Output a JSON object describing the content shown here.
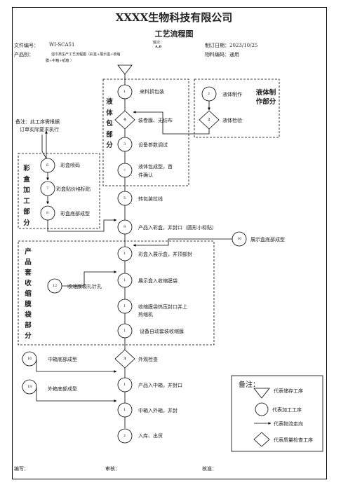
{
  "header": {
    "company": "XXXX生物科技有限公司",
    "title": "工艺流程图",
    "doc_no_label": "文件编号：",
    "doc_no_value": "WI-SCA51",
    "version_label": "版次：",
    "version_value": "A.0",
    "date_label": "制订日期：2023/10/25",
    "product_label": "产品别：",
    "product_value_line1": "湿巾类生产工艺流程图（彩盒+展示盒+收缩",
    "product_value_line2": "膜+中箱+纸箱 ）",
    "material_label": "物料编码：通用"
  },
  "note": {
    "line1": "备注：此工序需根据",
    "line2": "订单实际要求执行"
  },
  "sections": {
    "liquid_pack": "液体包部分",
    "liquid_make": "液体制作部分",
    "colorbox": "彩盒加工部分",
    "shrink": "产品套收缩膜袋部分"
  },
  "nodes": [
    {
      "num": "1",
      "label": "来料拆包装"
    },
    {
      "num": "4",
      "label": "装卷膜、无纺布"
    },
    {
      "num": "3",
      "label": "设备参数调试"
    },
    {
      "num": "4",
      "label": "液体包成型，首",
      "label2": "件确认"
    },
    {
      "num": "5",
      "label": "转包装拉线"
    },
    {
      "num": "9",
      "label": "产品入彩盒，并封口（圆形小标贴）"
    },
    {
      "num": "1",
      "label": "彩盒入展示盒，并顶部封"
    },
    {
      "num": "1",
      "label": "展示盒入收缩膜袋"
    },
    {
      "num": "1",
      "label": "收缩膜袋热压封口并上",
      "label2": "热缩机"
    },
    {
      "num": "1",
      "label": "设备自动套装收缩膜"
    },
    {
      "num": "3",
      "label": "外观检查"
    },
    {
      "num": "1",
      "label": "产品入中箱，并封口"
    },
    {
      "num": "1",
      "label": "中箱入外箱，并封"
    },
    {
      "num": "2",
      "label": "入库、出货"
    }
  ],
  "liquid_nodes": [
    {
      "num": "2",
      "label": "液体制作"
    },
    {
      "num": "2",
      "label": "液体检验"
    }
  ],
  "colorbox_nodes": [
    {
      "num": "6",
      "label": "彩盒喷码"
    },
    {
      "num": "7",
      "label": "彩盒贴价格标贴"
    },
    {
      "num": "8",
      "label": "彩盒底部成型"
    }
  ],
  "side_nodes": [
    {
      "num": "10",
      "label": "展示盒底部成型"
    },
    {
      "num": "12",
      "label": "收缩膜袋扎针孔"
    },
    {
      "num": "16",
      "label": "中箱底部成型"
    },
    {
      "num": "18",
      "label": "外箱底部成型"
    }
  ],
  "legend": {
    "title": "备注：",
    "items": [
      {
        "icon": "triangle-icon",
        "label": "代表储存工序"
      },
      {
        "icon": "circle-icon",
        "label": "代表加工工序"
      },
      {
        "icon": "arrow-icon",
        "label": "代表物流走向"
      },
      {
        "icon": "diamond-icon",
        "label": "代表质量检查工序"
      }
    ]
  },
  "footer": {
    "prepared": "编写：",
    "reviewed": "审核：",
    "approved": "核准："
  }
}
